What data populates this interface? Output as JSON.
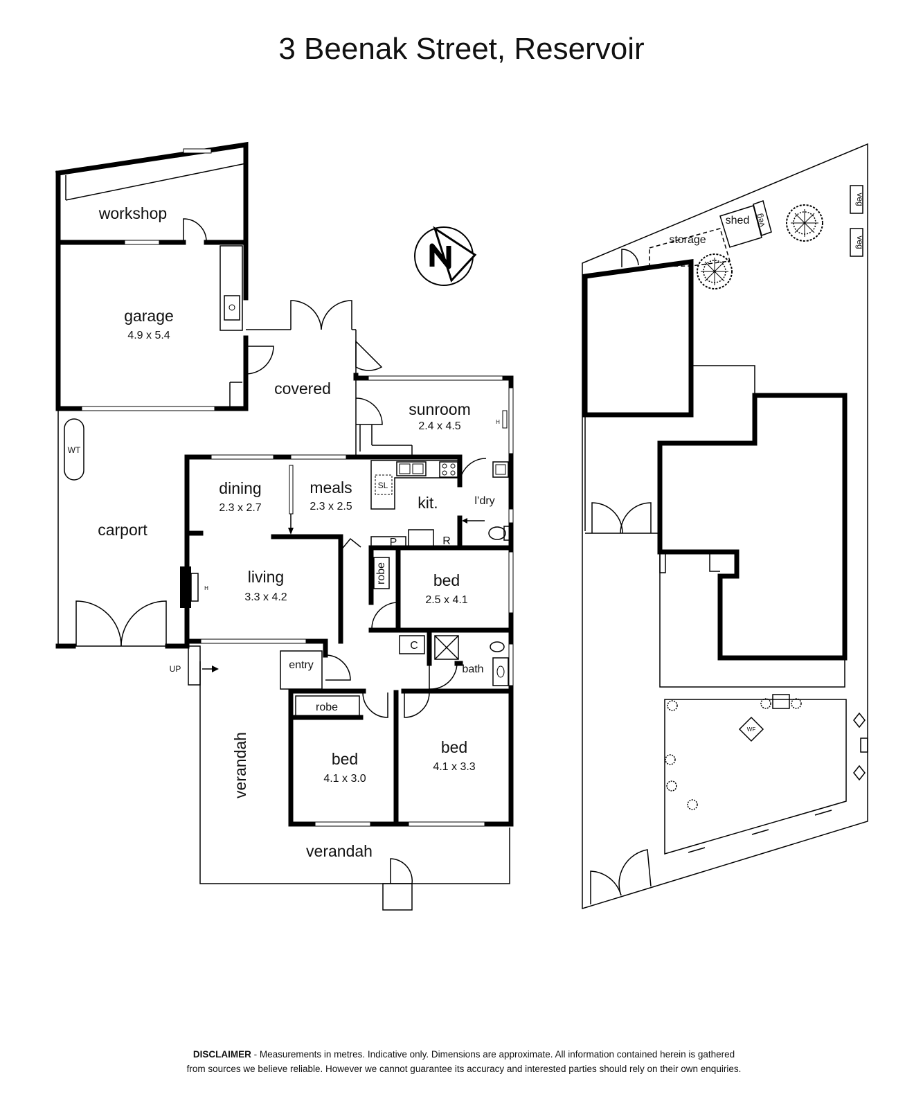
{
  "title": "3 Beenak Street, Reservoir",
  "rooms": {
    "workshop": {
      "name": "workshop"
    },
    "garage": {
      "name": "garage",
      "dims": "4.9 x 5.4"
    },
    "covered": {
      "name": "covered"
    },
    "sunroom": {
      "name": "sunroom",
      "dims": "2.4 x 4.5"
    },
    "carport": {
      "name": "carport"
    },
    "dining": {
      "name": "dining",
      "dims": "2.3 x 2.7"
    },
    "meals": {
      "name": "meals",
      "dims": "2.3 x 2.5"
    },
    "kitchen": {
      "name": "kit."
    },
    "laundry": {
      "name": "l’dry"
    },
    "living": {
      "name": "living",
      "dims": "3.3 x 4.2"
    },
    "bed_east": {
      "name": "bed",
      "dims": "2.5 x 4.1"
    },
    "entry": {
      "name": "entry"
    },
    "bath": {
      "name": "bath"
    },
    "bed_front_left": {
      "name": "bed",
      "dims": "4.1 x 3.0"
    },
    "bed_front_right": {
      "name": "bed",
      "dims": "4.1 x 3.3"
    },
    "verandah_side": {
      "name": "verandah"
    },
    "verandah_front": {
      "name": "verandah"
    }
  },
  "labels": {
    "wt": "WT",
    "robe_vertical": "robe",
    "robe_front": "robe",
    "pantry": "P",
    "fridge": "R",
    "cupboard": "C",
    "sink": "SL",
    "heater": "H",
    "up": "UP"
  },
  "site": {
    "storage": "storage",
    "shed": "shed",
    "veg": "veg",
    "wf": "WF"
  },
  "disclaimer": {
    "heading": "DISCLAIMER",
    "line1": " - Measurements in metres. Indicative only. Dimensions are approximate. All information contained herein is gathered",
    "line2": "from sources we believe reliable. However we cannot guarantee its accuracy and interested parties should rely on their own enquiries."
  },
  "icons": [
    "north-arrow-icon",
    "tree-icon",
    "shrub-icon",
    "sink-icon",
    "stove-icon",
    "toilet-icon",
    "fireplace-icon"
  ]
}
